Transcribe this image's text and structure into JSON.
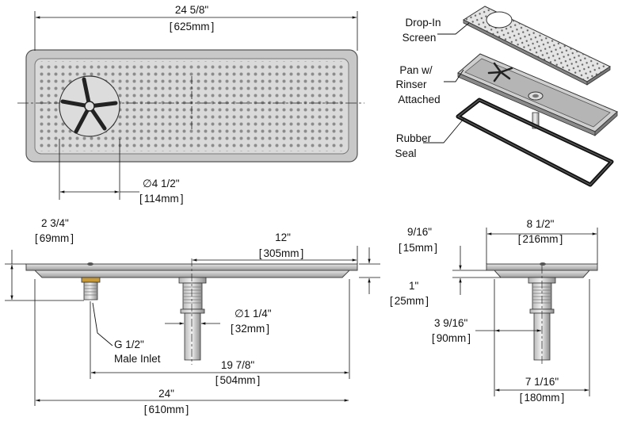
{
  "dims": {
    "top_length": {
      "imperial": "24 5/8\"",
      "metric": "625mm"
    },
    "rinser_dia": {
      "imperial": "4 1/2\"",
      "metric": "114mm",
      "symbol": "∅"
    },
    "inlet_offset": {
      "imperial": "2 3/4\"",
      "metric": "69mm"
    },
    "center_drain": {
      "imperial": "12\"",
      "metric": "305mm"
    },
    "drain_dia": {
      "imperial": "1 1/4\"",
      "metric": "32mm",
      "symbol": "∅"
    },
    "inlet_to_end": {
      "imperial": "19 7/8\"",
      "metric": "504mm"
    },
    "overall": {
      "imperial": "24\"",
      "metric": "610mm"
    },
    "lip_thickness": {
      "imperial": "9/16\"",
      "metric": "15mm"
    },
    "pan_depth": {
      "imperial": "1\"",
      "metric": "25mm"
    },
    "width_top": {
      "imperial": "8 1/2\"",
      "metric": "216mm"
    },
    "drain_offset": {
      "imperial": "3 9/16\"",
      "metric": "90mm"
    },
    "width_bottom": {
      "imperial": "7 1/16\"",
      "metric": "180mm"
    }
  },
  "callouts": {
    "inlet": [
      "G 1/2\"",
      "Male Inlet"
    ],
    "screen": [
      "Drop-In",
      "Screen"
    ],
    "pan": [
      "Pan w/",
      "Rinser",
      "Attached"
    ],
    "seal": [
      "Rubber",
      "Seal"
    ]
  }
}
